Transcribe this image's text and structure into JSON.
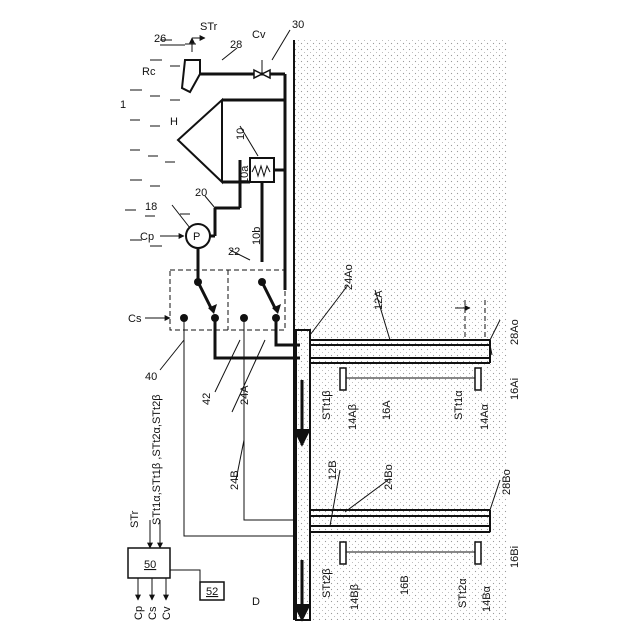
{
  "labels": {
    "fig": "1",
    "h": "H",
    "rc": "Rc",
    "str_top": "STr",
    "n26": "26",
    "n28": "28",
    "cv_top": "Cv",
    "n30": "30",
    "n10": "10",
    "n10a": "10a",
    "n10b": "10b",
    "n18": "18",
    "cp_left": "Cp",
    "pump": "P",
    "n20": "20",
    "n22": "22",
    "cs_left": "Cs",
    "n40": "40",
    "n42": "42",
    "n24Ao": "24Ao",
    "n12A": "12A",
    "n24A": "24A",
    "st1b": "STt1β",
    "n14Ab": "14Aβ",
    "n16A": "16A",
    "st1a": "STt1α",
    "n14Aa": "14Aα",
    "n16Ai": "16Ai",
    "n28Ao": "28Ao",
    "n24B": "24B",
    "n12B": "12B",
    "n24Bo": "24Bo",
    "n28Bo": "28Bo",
    "st2b": "STt2β",
    "n14Bb": "14Bβ",
    "n16B": "16B",
    "st2a": "STt2α",
    "n14Ba": "14Bα",
    "n16Bi": "16Bi",
    "d": "D",
    "ctl_str": "STr",
    "ctl_inputs": "STt1α,STt1β ,STt2α,STt2β",
    "ctl_50": "50",
    "ctl_52": "52",
    "out_cp": "Cp",
    "out_cs": "Cs",
    "out_cv": "Cv"
  }
}
